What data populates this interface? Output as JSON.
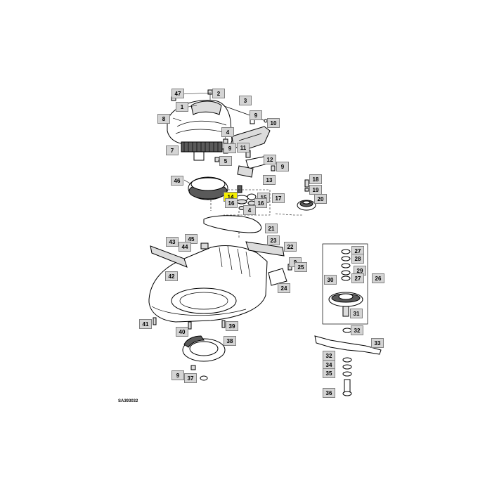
{
  "diagram": {
    "code": "SA393032",
    "highlight_color": "#f4ee00",
    "callouts": [
      {
        "id": "c47",
        "label": "47"
      },
      {
        "id": "c2",
        "label": "2"
      },
      {
        "id": "c3",
        "label": "3"
      },
      {
        "id": "c1",
        "label": "1"
      },
      {
        "id": "c8",
        "label": "8"
      },
      {
        "id": "c9a",
        "label": "9"
      },
      {
        "id": "c10",
        "label": "10"
      },
      {
        "id": "c4a",
        "label": "4"
      },
      {
        "id": "c9b",
        "label": "9"
      },
      {
        "id": "c11",
        "label": "11"
      },
      {
        "id": "c7",
        "label": "7"
      },
      {
        "id": "c5",
        "label": "5"
      },
      {
        "id": "c12",
        "label": "12"
      },
      {
        "id": "c9c",
        "label": "9"
      },
      {
        "id": "c13",
        "label": "13"
      },
      {
        "id": "c46",
        "label": "46"
      },
      {
        "id": "c18",
        "label": "18"
      },
      {
        "id": "c19",
        "label": "19"
      },
      {
        "id": "c14",
        "label": "14"
      },
      {
        "id": "c15",
        "label": "15"
      },
      {
        "id": "c17",
        "label": "17"
      },
      {
        "id": "c20",
        "label": "20"
      },
      {
        "id": "c16a",
        "label": "16"
      },
      {
        "id": "c16b",
        "label": "16"
      },
      {
        "id": "c4b",
        "label": "4"
      },
      {
        "id": "c21",
        "label": "21"
      },
      {
        "id": "c43",
        "label": "43"
      },
      {
        "id": "c45",
        "label": "45"
      },
      {
        "id": "c44",
        "label": "44"
      },
      {
        "id": "c23",
        "label": "23"
      },
      {
        "id": "c22",
        "label": "22"
      },
      {
        "id": "c27a",
        "label": "27"
      },
      {
        "id": "c28",
        "label": "28"
      },
      {
        "id": "c9d",
        "label": "9"
      },
      {
        "id": "c25",
        "label": "25"
      },
      {
        "id": "c29",
        "label": "29"
      },
      {
        "id": "c42",
        "label": "42"
      },
      {
        "id": "c24",
        "label": "24"
      },
      {
        "id": "c30",
        "label": "30"
      },
      {
        "id": "c27b",
        "label": "27"
      },
      {
        "id": "c26",
        "label": "26"
      },
      {
        "id": "c31",
        "label": "31"
      },
      {
        "id": "c41",
        "label": "41"
      },
      {
        "id": "c40",
        "label": "40"
      },
      {
        "id": "c39",
        "label": "39"
      },
      {
        "id": "c32a",
        "label": "32"
      },
      {
        "id": "c38",
        "label": "38"
      },
      {
        "id": "c33",
        "label": "33"
      },
      {
        "id": "c32b",
        "label": "32"
      },
      {
        "id": "c34",
        "label": "34"
      },
      {
        "id": "c35",
        "label": "35"
      },
      {
        "id": "c9e",
        "label": "9"
      },
      {
        "id": "c37",
        "label": "37"
      },
      {
        "id": "c36",
        "label": "36"
      }
    ],
    "highlighted": "c14"
  }
}
